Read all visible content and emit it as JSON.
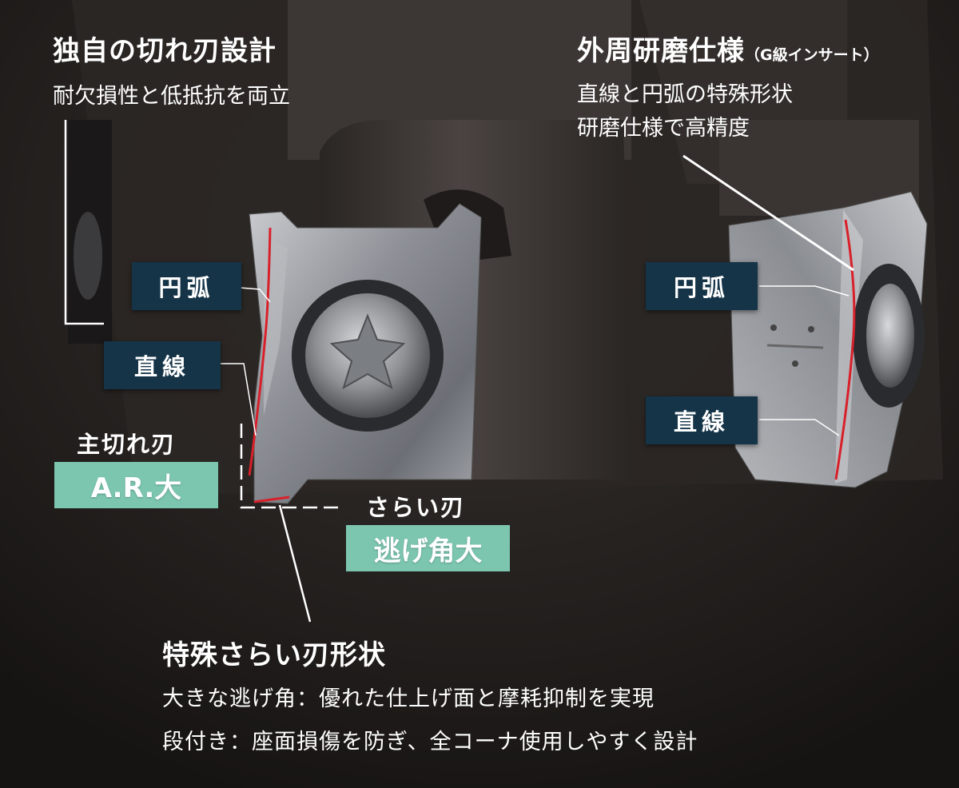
{
  "left_heading": {
    "title": "独自の切れ刃設計",
    "subtitle": "耐欠損性と低抵抗を両立"
  },
  "right_heading": {
    "title": "外周研磨仕様",
    "title_note": "（G級インサート）",
    "line1": "直線と円弧の特殊形状",
    "line2": "研磨仕様で高精度"
  },
  "left_insert": {
    "arc_label": "円弧",
    "straight_label": "直線"
  },
  "right_insert": {
    "arc_label": "円弧",
    "straight_label": "直線"
  },
  "main_edge": {
    "label": "主切れ刃",
    "badge": "A.R.大"
  },
  "wiper_edge": {
    "label": "さらい刃",
    "badge": "逃げ角大"
  },
  "bottom_section": {
    "title": "特殊さらい刃形状",
    "line1": "大きな逃げ角：優れた仕上げ面と摩耗抑制を実現",
    "line2": "段付き：座面損傷を防ぎ、全コーナ使用しやすく設計"
  },
  "colors": {
    "label_box": "#153448",
    "badge": "#7cc6b0",
    "edge_highlight": "#d8202a"
  }
}
